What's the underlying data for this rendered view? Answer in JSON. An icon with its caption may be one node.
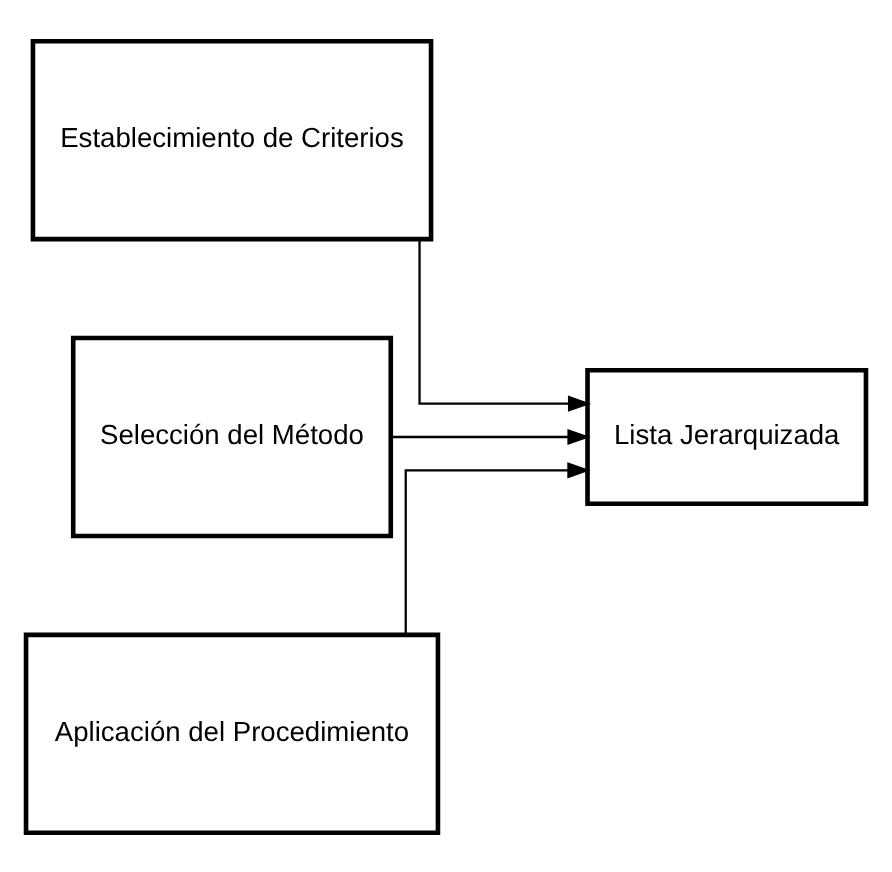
{
  "diagram": {
    "nodes": [
      {
        "text": [
          "Establecimiento de Criterios"
        ]
      },
      {
        "text": [
          "Selección del Método"
        ]
      },
      {
        "text": [
          "Aplicación del Procedimiento"
        ]
      },
      {
        "text": [
          "Lista Jerarquizada"
        ]
      }
    ],
    "edges": [
      {
        "from": 0,
        "to": 3,
        "arrow": "to"
      },
      {
        "from": 1,
        "to": 3,
        "arrow": "to"
      },
      {
        "from": 2,
        "to": 3,
        "arrow": "to"
      }
    ]
  }
}
